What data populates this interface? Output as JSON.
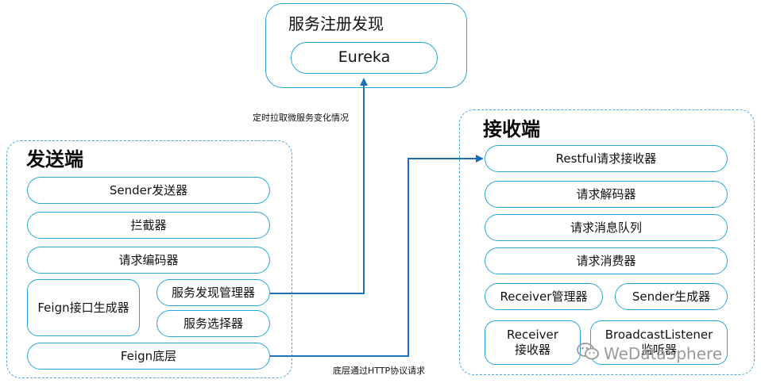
{
  "registry": {
    "title": "服务注册发现",
    "eureka": "Eureka"
  },
  "sender": {
    "title": "发送端",
    "items": {
      "sender": "Sender发送器",
      "interceptor": "拦截器",
      "encoder": "请求编码器",
      "feign_generator": "Feign接口生成器",
      "discovery_manager": "服务发现管理器",
      "service_selector": "服务选择器",
      "feign_base": "Feign底层"
    }
  },
  "receiver": {
    "title": "接收端",
    "items": {
      "restful_receiver": "Restful请求接收器",
      "decoder": "请求解码器",
      "queue": "请求消息队列",
      "consumer": "请求消费器",
      "receiver_manager": "Receiver管理器",
      "sender_generator": "Sender生成器",
      "receiver_line1": "Receiver",
      "receiver_line2": "接收器",
      "broadcast_line1": "BroadcastListener",
      "broadcast_line2": "监听器"
    }
  },
  "arrows": {
    "pull_label": "定时拉取微服务变化情况",
    "http_label": "底层通过HTTP协议请求"
  },
  "watermark": {
    "text": "WeDataSphere",
    "icon": "wechat-icon"
  },
  "colors": {
    "line": "#1e6fb5",
    "border": "#27a6d6"
  }
}
